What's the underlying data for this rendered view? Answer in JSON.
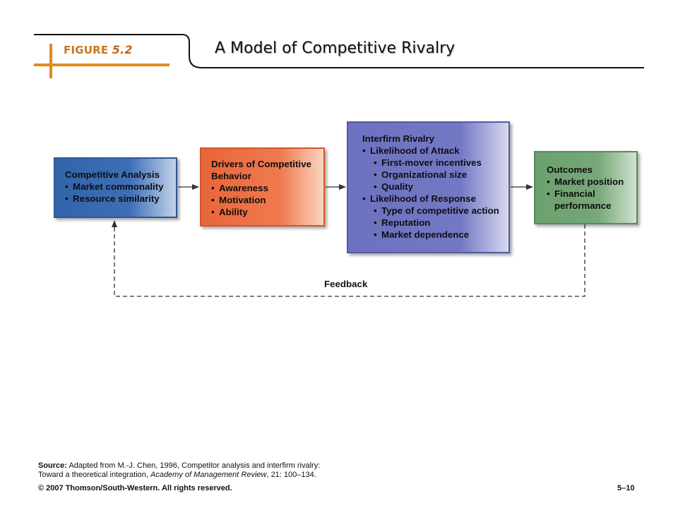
{
  "header": {
    "figure_word": "FIGURE",
    "figure_number": "5.2",
    "title": "A Model of Competitive Rivalry"
  },
  "colors": {
    "accent_orange": "#e08a1f",
    "analysis_blue": "#3e6fb6",
    "drivers_orange": "#ef7a4e",
    "rivalry_purple": "#7378c4",
    "outcomes_green": "#76a878"
  },
  "boxes": {
    "analysis": {
      "heading": "Competitive Analysis",
      "items": [
        "Market commonality",
        "Resource similarity"
      ]
    },
    "drivers": {
      "heading_line1": "Drivers of Competitive",
      "heading_line2": "Behavior",
      "items": [
        "Awareness",
        "Motivation",
        "Ability"
      ]
    },
    "rivalry": {
      "heading": "Interfirm Rivalry",
      "groups": [
        {
          "label": "Likelihood of Attack",
          "items": [
            "First-mover incentives",
            "Organizational size",
            "Quality"
          ]
        },
        {
          "label": "Likelihood of Response",
          "items": [
            "Type of competitive action",
            "Reputation",
            "Market dependence"
          ]
        }
      ]
    },
    "outcomes": {
      "heading": "Outcomes",
      "items": [
        "Market position",
        "Financial"
      ],
      "continuation": "performance"
    }
  },
  "feedback_label": "Feedback",
  "source": {
    "label": "Source:",
    "line1": " Adapted from M.-J. Chen, 1996, Competitor analysis and interfirm rivalry:",
    "line2_prefix": "Toward a theoretical integration, ",
    "journal": "Academy of Management Review",
    "line2_suffix": ", 21: 100–134."
  },
  "footer": {
    "copyright": "© 2007 Thomson/South-Western. All rights reserved.",
    "page": "5–10"
  }
}
